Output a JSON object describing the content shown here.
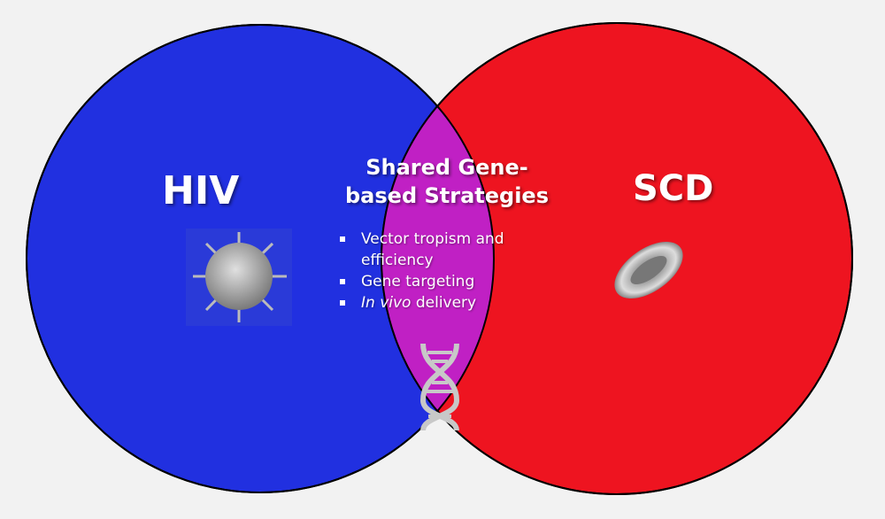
{
  "left_set": {
    "label": "HIV",
    "color": "#2130e0",
    "icon": "virus-icon"
  },
  "right_set": {
    "label": "SCD",
    "color": "#ee1420",
    "icon": "red-blood-cell-icon"
  },
  "overlap": {
    "title_line1": "Shared Gene-",
    "title_line2": "based Strategies",
    "color": "#c020c4",
    "items": [
      {
        "line1": "Vector tropism and",
        "line2": "efficiency"
      },
      {
        "text": "Gene targeting"
      },
      {
        "italic": "In vivo",
        "rest": " delivery"
      }
    ],
    "icon": "dna-icon"
  }
}
